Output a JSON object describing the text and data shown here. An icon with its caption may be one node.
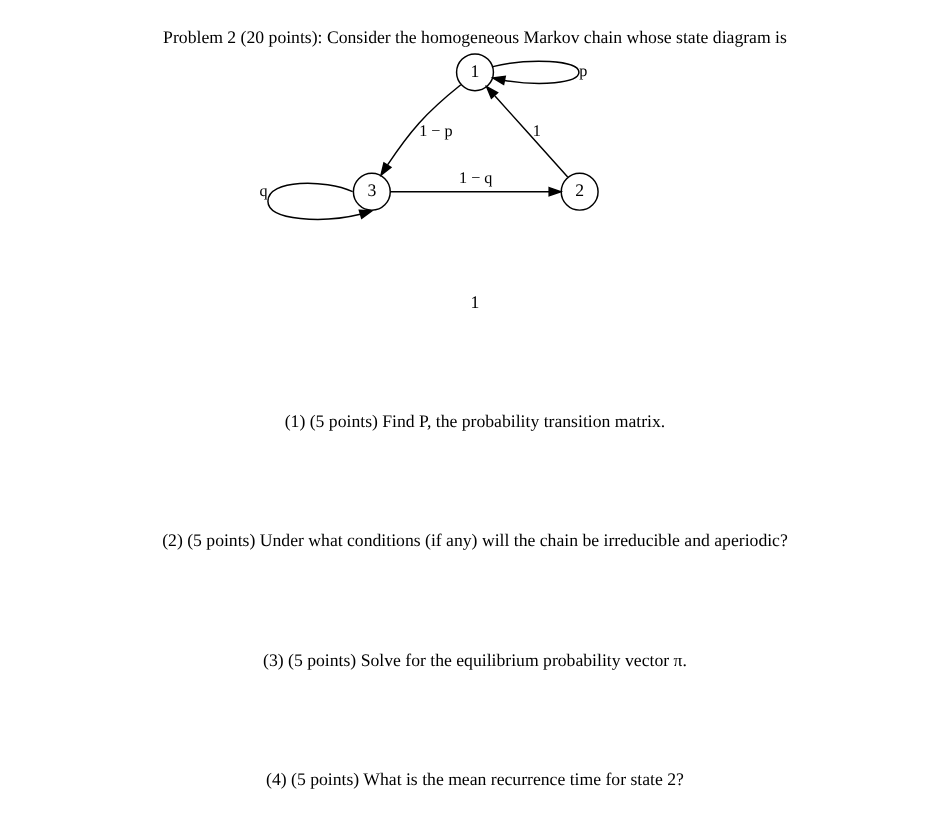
{
  "diagram": {
    "title": "Problem 2 (20 points): Consider the homogeneous Markov chain whose state diagram is",
    "nodes": [
      {
        "text": [
          "1"
        ]
      },
      {
        "text": [
          "2"
        ]
      },
      {
        "text": [
          "3"
        ]
      }
    ],
    "edges": [
      {
        "from": 0,
        "to": 0,
        "arrow": "to",
        "label": "p"
      },
      {
        "from": 0,
        "to": 2,
        "arrow": "to",
        "label": "1 − p"
      },
      {
        "from": 2,
        "to": 1,
        "arrow": "to",
        "label": "1 − q"
      },
      {
        "from": 1,
        "to": 0,
        "arrow": "to",
        "label": "1"
      },
      {
        "from": 2,
        "to": 2,
        "arrow": "to",
        "label": "q"
      }
    ],
    "labels": [
      "1",
      "(1) (5 points) Find P, the probability transition matrix.",
      "(2) (5 points) Under what conditions (if any) will the chain be irreducible and aperiodic?",
      "(3) (5 points) Solve for the equilibrium probability vector π.",
      "(4) (5 points) What is the mean recurrence time for state 2?"
    ]
  }
}
